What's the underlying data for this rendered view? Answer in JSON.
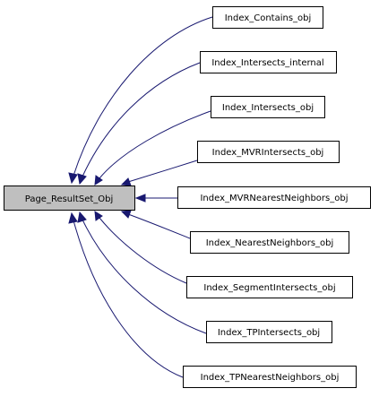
{
  "diagram": {
    "root": {
      "label": "Page_ResultSet_Obj"
    },
    "callers": [
      {
        "label": "Index_Contains_obj"
      },
      {
        "label": "Index_Intersects_internal"
      },
      {
        "label": "Index_Intersects_obj"
      },
      {
        "label": "Index_MVRIntersects_obj"
      },
      {
        "label": "Index_MVRNearestNeighbors_obj"
      },
      {
        "label": "Index_NearestNeighbors_obj"
      },
      {
        "label": "Index_SegmentIntersects_obj"
      },
      {
        "label": "Index_TPIntersects_obj"
      },
      {
        "label": "Index_TPNearestNeighbors_obj"
      }
    ],
    "colors": {
      "edge": "#191970",
      "root_fill": "#bfbfbf",
      "node_fill": "#ffffff",
      "border": "#000000"
    }
  }
}
